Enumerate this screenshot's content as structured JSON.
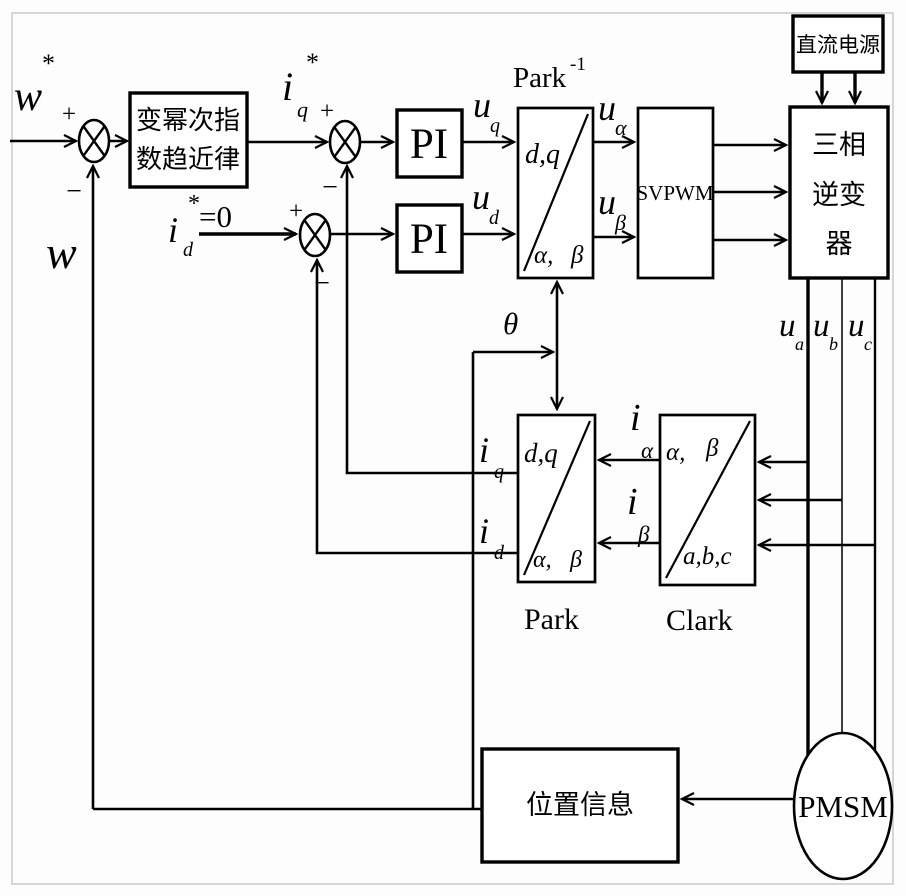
{
  "blocks": {
    "reaching_law": {
      "line1": "变幂次指",
      "line2": "数趋近律"
    },
    "pi_q": "PI",
    "pi_d": "PI",
    "inv_park": {
      "name": "Park",
      "exp": "-1",
      "top_left": "d,q",
      "bottom_left": "α,",
      "bottom_right": "β"
    },
    "svpwm": "SVPWM",
    "dc_supply": "直流电源",
    "inverter": {
      "line1": "三相",
      "line2": "逆变",
      "line3": "器"
    },
    "park": {
      "name": "Park",
      "top_left": "d,q",
      "bottom_left": "α,",
      "bottom_right": "β"
    },
    "clark": {
      "name": "Clark",
      "top_left": "α,",
      "top_right": "β",
      "bottom_left": "a,b,c"
    },
    "position_info": "位置信息",
    "pmsm": "PMSM"
  },
  "signals": {
    "w_ref": {
      "base": "w",
      "sup": "*"
    },
    "w_fb": "w",
    "iq_ref": {
      "base": "i",
      "sub": "q",
      "sup": "*"
    },
    "id_ref": {
      "base": "i",
      "sub": "d",
      "sup": "*",
      "value": "=0"
    },
    "u_q": {
      "base": "u",
      "sub": "q"
    },
    "u_d": {
      "base": "u",
      "sub": "d"
    },
    "u_alpha": {
      "base": "u",
      "sub": "α"
    },
    "u_beta": {
      "base": "u",
      "sub": "β"
    },
    "u_a": {
      "base": "u",
      "sub": "a"
    },
    "u_b": {
      "base": "u",
      "sub": "b"
    },
    "u_c": {
      "base": "u",
      "sub": "c"
    },
    "i_alpha": {
      "base": "i",
      "sub": "α"
    },
    "i_beta": {
      "base": "i",
      "sub": "β"
    },
    "i_q": {
      "base": "i",
      "sub": "q"
    },
    "i_d": {
      "base": "i",
      "sub": "d"
    },
    "theta": "θ",
    "plus": "+",
    "minus": "−"
  },
  "colors": {
    "line": "#000000",
    "background": "#ffffff",
    "frame": "#cccccc"
  }
}
